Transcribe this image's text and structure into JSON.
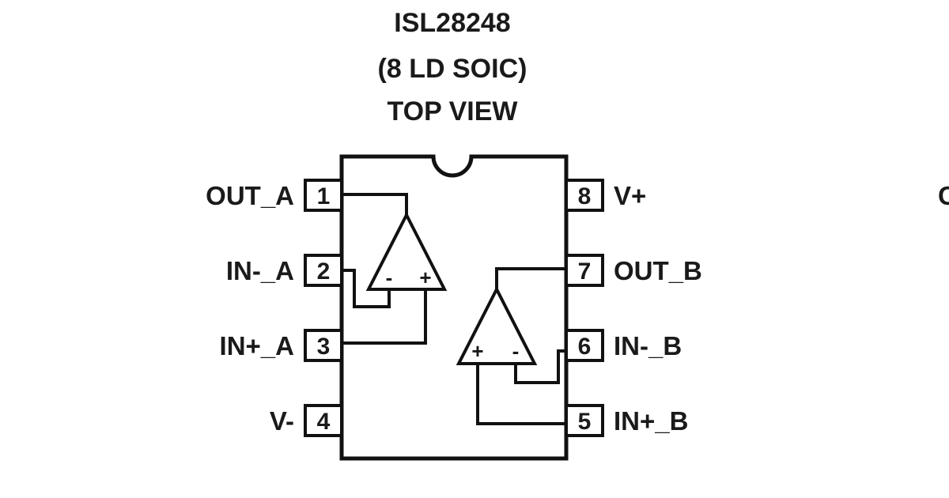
{
  "header": {
    "part_number": "ISL28248",
    "package": "(8 LD SOIC)",
    "view": "TOP VIEW"
  },
  "pins": {
    "left": [
      {
        "number": "1",
        "name": "OUT_A"
      },
      {
        "number": "2",
        "name": "IN-_A"
      },
      {
        "number": "3",
        "name": "IN+_A"
      },
      {
        "number": "4",
        "name": "V-"
      }
    ],
    "right": [
      {
        "number": "8",
        "name": "V+"
      },
      {
        "number": "7",
        "name": "OUT_B"
      },
      {
        "number": "6",
        "name": "IN-_B"
      },
      {
        "number": "5",
        "name": "IN+_B"
      }
    ]
  },
  "amplifiers": {
    "a": {
      "minus": "-",
      "plus": "+"
    },
    "b": {
      "plus": "+",
      "minus": "-"
    }
  },
  "edge_fragment": "C"
}
